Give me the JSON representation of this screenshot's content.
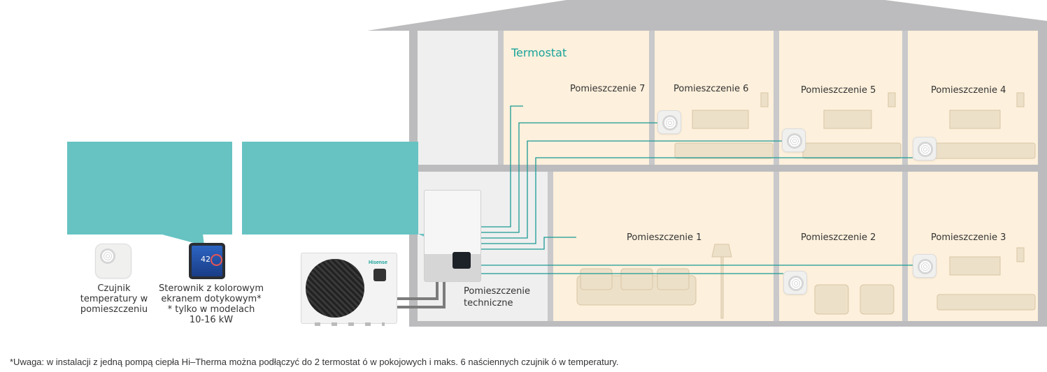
{
  "thermostat_label": "Termostat",
  "rooms": {
    "r7": "Pomieszczenie 7",
    "r6": "Pomieszczenie 6",
    "r5": "Pomieszczenie 5",
    "r4": "Pomieszczenie 4",
    "r1": "Pomieszczenie 1",
    "r2": "Pomieszczenie 2",
    "r3": "Pomieszczenie 3"
  },
  "technical_room": {
    "line1": "Pomieszczenie",
    "line2": "techniczne"
  },
  "room_sensor": {
    "line1": "Czujnik",
    "line2": "temperatury w",
    "line3": "pomieszczeniu"
  },
  "controller": {
    "line1": "Sterownik z kolorowym",
    "line2": "ekranem dotykowym*",
    "line3": "* tylko w modelach",
    "line4": "10-16 kW",
    "screen_value": "42"
  },
  "outdoor_unit_brand": "Hisense",
  "footnote": "*Uwaga: w instalacji z jedną pompą ciepła Hi–Therma można podłączyć do 2 termostat ó w pokojowych i maks. 6 naściennych czujnik ó w temperatury.",
  "colors": {
    "accent": "#1aa39a",
    "callout": "#66c3c2",
    "room": "#fdf0dc",
    "wall": "#b9b9bb",
    "pipe": "#1a9a94"
  }
}
